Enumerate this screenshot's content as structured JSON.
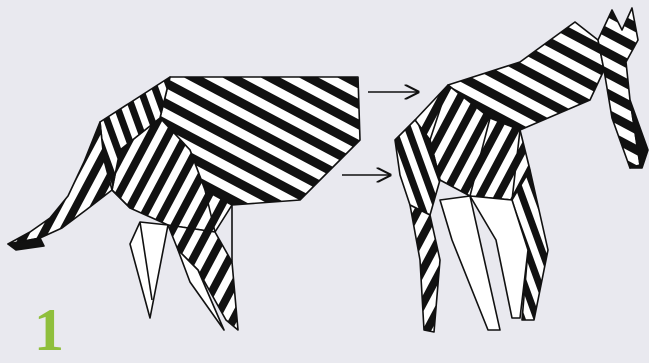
{
  "diagram": {
    "step_number": "1",
    "colors": {
      "ink": "#111111",
      "paper": "#ffffff",
      "background": "#e9e9ef",
      "step_number": "#8fbf3c"
    },
    "figures": [
      "folded-zebra-body-with-tail",
      "folded-zebra-with-head-and-neck"
    ],
    "arrows": 2
  }
}
